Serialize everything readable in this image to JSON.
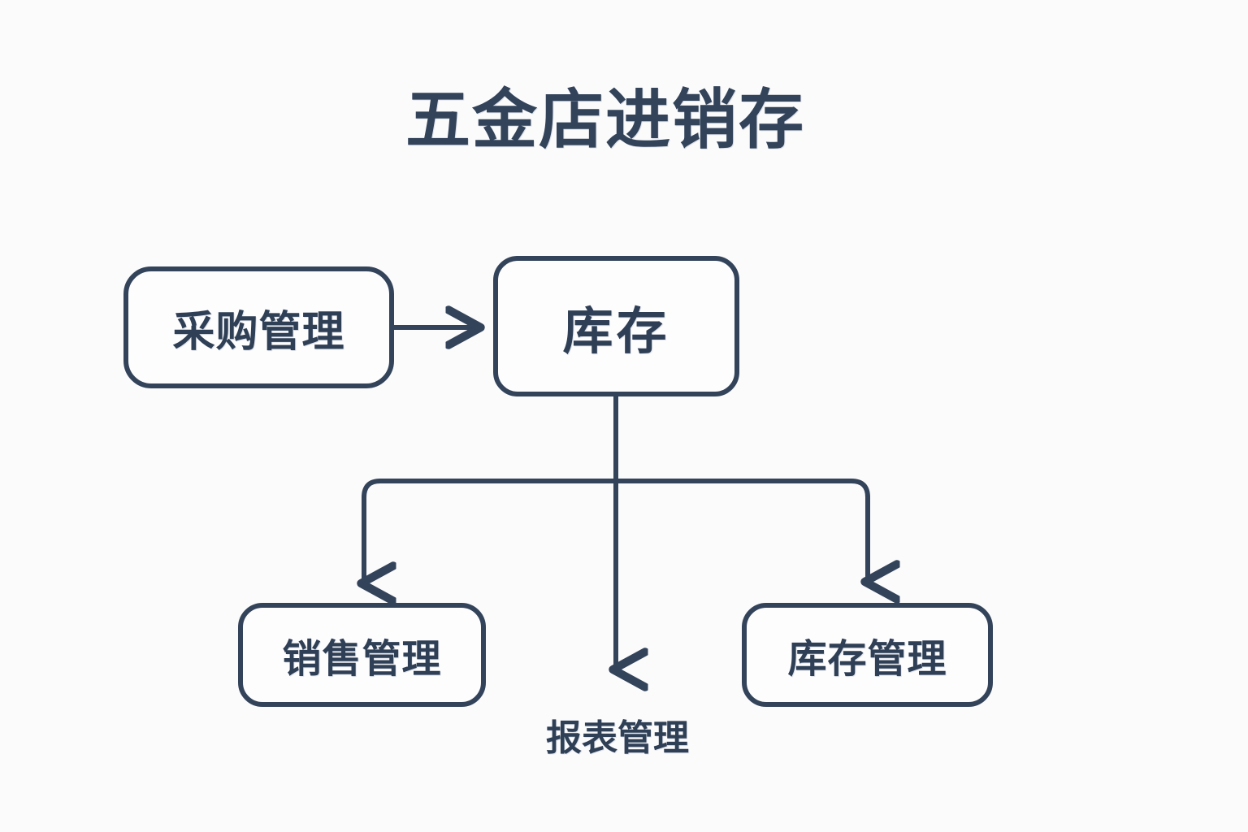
{
  "page": {
    "title": "五金店进销存",
    "background_color": "#fbfbfc",
    "stroke_color": "#33435a",
    "text_color": "#2f3f56",
    "node_fill_color": "#fdfdfe"
  },
  "diagram": {
    "type": "flowchart",
    "orientation": "top-down",
    "nodes": [
      {
        "id": "purchase",
        "label": "采购管理",
        "shape": "rounded-rect"
      },
      {
        "id": "stock",
        "label": "库存",
        "shape": "rounded-rect"
      },
      {
        "id": "sales",
        "label": "销售管理",
        "shape": "rounded-rect"
      },
      {
        "id": "report",
        "label": "报表管理",
        "shape": "plain-text"
      },
      {
        "id": "inventory_mgmt",
        "label": "库存管理",
        "shape": "rounded-rect"
      }
    ],
    "edges": [
      {
        "from": "purchase",
        "to": "stock",
        "style": "arrow",
        "direction": "right"
      },
      {
        "from": "stock",
        "to": "sales",
        "style": "arrow",
        "direction": "down-left"
      },
      {
        "from": "stock",
        "to": "report",
        "style": "arrow",
        "direction": "down"
      },
      {
        "from": "stock",
        "to": "inventory_mgmt",
        "style": "arrow",
        "direction": "down-right"
      }
    ]
  }
}
